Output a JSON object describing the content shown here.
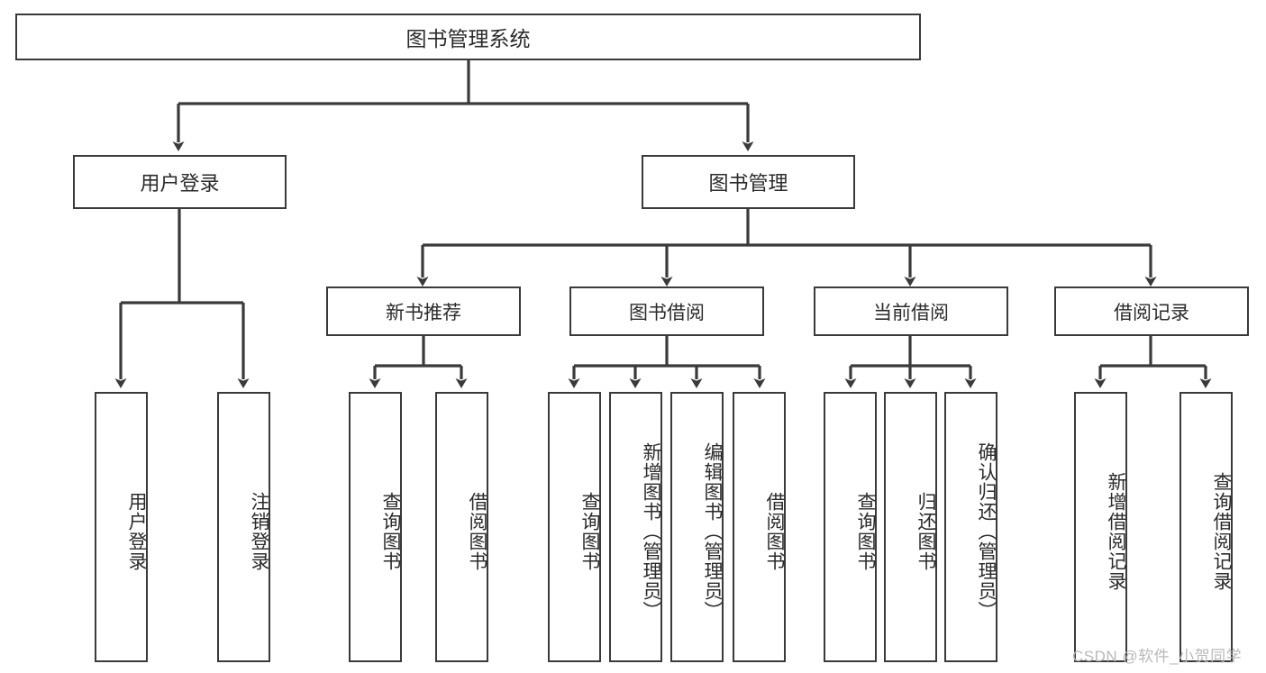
{
  "diagram": {
    "type": "tree-hierarchy-flowchart",
    "title": "图书管理系统",
    "colors": {
      "border": "#3a3a3a",
      "background": "#ffffff",
      "text": "#2b2b2b",
      "watermark": "#b9b9b9"
    },
    "root": {
      "label": "图书管理系统"
    },
    "level2": [
      {
        "label": "用户登录"
      },
      {
        "label": "图书管理"
      }
    ],
    "level3": [
      {
        "label": "新书推荐"
      },
      {
        "label": "图书借阅"
      },
      {
        "label": "当前借阅"
      },
      {
        "label": "借阅记录"
      }
    ],
    "leaves": {
      "user_login": [
        {
          "label": "用户登录"
        },
        {
          "label": "注销登录"
        }
      ],
      "new_book_recommend": [
        {
          "label": "查询图书"
        },
        {
          "label": "借阅图书"
        }
      ],
      "book_borrow": [
        {
          "label": "查询图书"
        },
        {
          "label": "新增图书（管理员）"
        },
        {
          "label": "编辑图书（管理员）"
        },
        {
          "label": "借阅图书"
        }
      ],
      "current_borrow": [
        {
          "label": "查询图书"
        },
        {
          "label": "归还图书"
        },
        {
          "label": "确认归还（管理员）"
        }
      ],
      "borrow_record": [
        {
          "label": "新增借阅记录"
        },
        {
          "label": "查询借阅记录"
        }
      ]
    }
  },
  "watermark": {
    "text": "CSDN @软件_小贺同学"
  }
}
